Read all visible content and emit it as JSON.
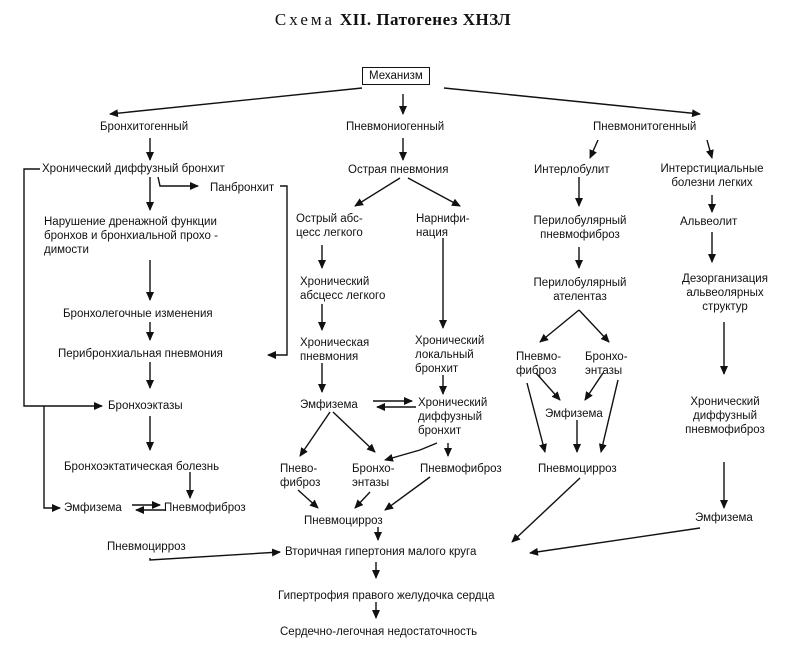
{
  "title": {
    "prefix": "Схема",
    "numeral": "XII.",
    "text": "Патогенез ХНЗЛ"
  },
  "nodes": {
    "root": "Механизм",
    "bronchitogenic": "Бронхитогенный",
    "pneumoniogenic": "Пневмониогенный",
    "pneumonitogenic": "Пневмонитогенный",
    "b_chronic_bronchitis": "Хронический диффузный бронхит",
    "b_panbronchitis": "Панбронхит",
    "b_drainage": [
      "Нарушение дренажной функции",
      "бронхов и бронхиальной прохо -",
      "димости"
    ],
    "b_bronchopulmonary": "Бронхолегочные изменения",
    "b_peribronchial": "Перибронхиальная пневмония",
    "b_bronchiectasis": "Бронхоэктазы",
    "b_bronchiectatic_disease": "Бронхоэктатическая  болезнь",
    "b_emphysema": "Эмфизема",
    "b_pneumofibrosis": "Пневмофиброз",
    "b_pneumocirrhosis": "Пневмоцирроз",
    "p_acute_pneumonia": "Острая пневмония",
    "p_acute_abscess": [
      "Острый абс-",
      "цесс легкого"
    ],
    "p_carnification": [
      "Нарнифи-",
      "нация"
    ],
    "p_chronic_abscess": [
      "Хронический",
      "абсцесс легкого"
    ],
    "p_chronic_pneumonia": [
      "Хроническая",
      "пневмония"
    ],
    "p_chronic_local_bronchitis": [
      "Хронический",
      "локальный",
      "бронхит"
    ],
    "p_emphysema": "Эмфизема",
    "p_chronic_diffuse_bronchitis": [
      "Хронический",
      "диффузный",
      "бронхит"
    ],
    "p_pneumofibrosis_left": [
      "Пнево-",
      "фиброз"
    ],
    "p_bronchiectasis": [
      "Бронхо-",
      "энтазы"
    ],
    "p_pneumofibrosis_right": "Пневмофиброз",
    "p_pneumocirrhosis": "Пневмоцирроз",
    "n_interlobulitis": "Интерлобулит",
    "n_interstitial": [
      "Интерстициальные",
      "болезни легких"
    ],
    "n_perilobular_fibrosis": [
      "Перилобулярный",
      "пневмофиброз"
    ],
    "n_alveolitis": "Альвеолит",
    "n_perilobular_atelectasis": [
      "Перилобулярный",
      "ателентаз"
    ],
    "n_disorganization": [
      "Дезорганизация",
      "альвеолярных",
      "структур"
    ],
    "n_pneumofibrosis": [
      "Пневмо-",
      "фиброз"
    ],
    "n_bronchiectasis": [
      "Бронхо-",
      "энтазы"
    ],
    "n_emphysema_mid": "Эмфизема",
    "n_pneumocirrhosis": "Пневмоцирроз",
    "n_chronic_diffuse_fibrosis": [
      "Хронический",
      "диффузный",
      "пневмофиброз"
    ],
    "n_emphysema": "Эмфизема",
    "secondary_hypertension": "Вторичная гипертония малого круга",
    "rv_hypertrophy": "Гипертрофия правого желудочка сердца",
    "cardiopulmonary_failure": "Сердечно-легочная недостаточность"
  }
}
